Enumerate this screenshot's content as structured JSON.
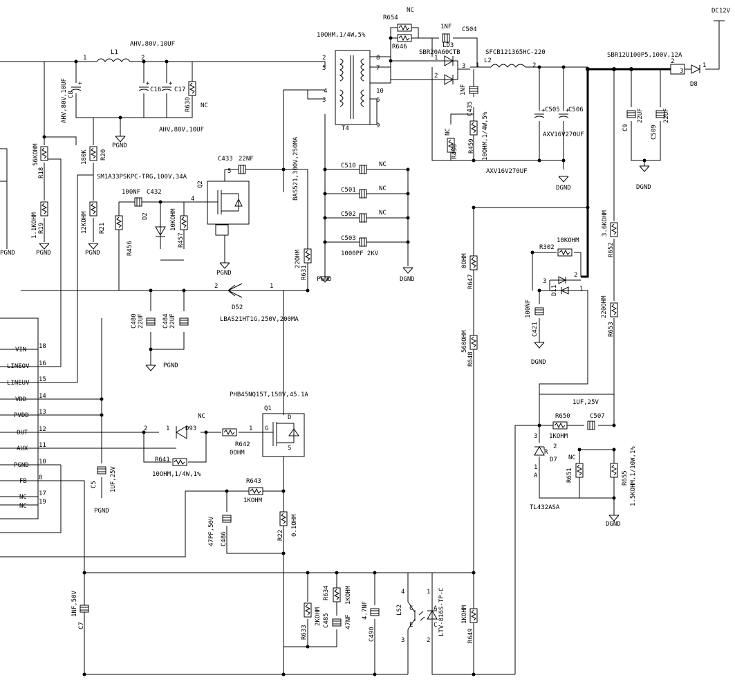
{
  "labels": {
    "dc12v": "DC12V",
    "ahv_inductor": "AHV,80V,10UF",
    "l1": "L1",
    "pin1": "1",
    "pin2": "2",
    "pin3": "3",
    "pin4": "4",
    "pin5": "5",
    "pin6": "6",
    "pin7": "7",
    "pin8": "8",
    "pin9": "9",
    "pin10": "10",
    "c8": "C8",
    "c8_val": "AHV,80V,10UF",
    "c16": "C16",
    "c17": "C17",
    "r630": "R630",
    "nc": "NC",
    "ahv_bottom": "AHV,80V,10UF",
    "pgnd": "PGND",
    "dgnd": "DGND",
    "r18": "R18",
    "r18_val": "56KOHM",
    "r19": "R19",
    "r19_val": "1.1KOHM",
    "r20": "R20",
    "r20_val": "180K",
    "r21": "R21",
    "r21_val": "12KOHM",
    "q2_label": "SM1A33PSKPC-TRG,100V,34A",
    "q2": "Q2",
    "c433": "C433",
    "c433_val": "22NF",
    "c432_val": "100NF",
    "c432": "C432",
    "d2": "D2",
    "r456": "R456",
    "r457": "R457",
    "r457_val": "10KOHM",
    "r631": "R631",
    "r631_val": "22OHM",
    "bas521": "BAS521,300V,250MA",
    "d52": "D52",
    "lbas": "LBAS21HT1G,250V,200MA",
    "c480": "C480",
    "c480_val": "22UF",
    "c484": "C484",
    "c484_val": "22UF",
    "t4_res": "10OHM,1/4W,5%",
    "t4": "T4",
    "r654": "R654",
    "r646": "R646",
    "ld3": "LD3",
    "ld3_val": "1NF",
    "c504": "C504",
    "sbr20": "SBR20A60CTB",
    "sfcb": "SFCB121365HC-220",
    "l2": "L2",
    "c435": "C435",
    "c435_val": "1NF",
    "r458": "R458",
    "r459": "R459",
    "r459_val": "10OHM,1/4W,5%",
    "c505": "C505",
    "c506": "C506",
    "axv1": "AXV16V270UF",
    "axv2": "AXV16V270UF",
    "sbr12": "SBR12U100P5,100V,12A",
    "d8": "D8",
    "c9": "C9",
    "c9_val": "22UF",
    "c509": "C509",
    "c509_val": "22UF",
    "c510": "C510",
    "c501": "C501",
    "c502": "C502",
    "c503": "C503",
    "c503_val": "1000PF 2KV",
    "r652": "R652",
    "r652_val": "3.6KOHM",
    "r302": "R302",
    "r302_val": "10KOHM",
    "d11": "D11",
    "c421": "C421",
    "c421_val": "100NF",
    "r653": "R653",
    "r653_val": "220OHM",
    "r647": "R647",
    "r647_val": "0OHM",
    "r648": "R648",
    "r648_val": "560OHM",
    "r650": "R650",
    "r650_val": "1KOHM",
    "c507": "C507",
    "c507_val": "1UF,25V",
    "d7": "D7",
    "tl432": "TL432ASA",
    "r651": "R651",
    "r655": "R655",
    "r655_val": "1.5KOHM,1/10W,1%",
    "ic_vin": "VIN",
    "ic_lineov": "LINEOV",
    "ic_lineuv": "LINEUV",
    "ic_vdd": "VDD",
    "ic_pvdd": "PVDD",
    "ic_out": "OUT",
    "ic_aux": "AUX",
    "ic_pgnd": "PGND",
    "ic_fb": "FB",
    "ic_nc1": "NC",
    "ic_nc2": "NC",
    "ic_p18": "18",
    "ic_p16": "16",
    "ic_p15": "15",
    "ic_p14": "14",
    "ic_p13": "13",
    "ic_p12": "12",
    "ic_p11": "11",
    "ic_p10": "10",
    "ic_p8": "8",
    "ic_p17": "17",
    "ic_p19": "19",
    "c5": "C5",
    "c5_val": "1UF,25V",
    "q1_label": "PHB45NQ15T,150V,45.1A",
    "q1": "Q1",
    "d93": "D93",
    "r642": "R642",
    "r642_val": "0OHM",
    "r641": "R641",
    "r641_val": "10OHM,1/4W,1%",
    "r643": "R643",
    "r643_val": "1KOHM",
    "c486": "C486",
    "c486_val": "47PF,50V",
    "r22": "R22",
    "r22_val": "0.1OHM",
    "c7": "C7",
    "c7_val": "1NF,50V",
    "r633": "R633",
    "r633_val": "2KOHM",
    "r634": "R634",
    "r634_val": "1KOHM",
    "c485": "C485",
    "c485_val": "47NF",
    "c490": "C490",
    "c490_val": "4.7NF",
    "ls2": "LS2",
    "ltv": "LTV-816S-TP-C",
    "r649": "R649",
    "r649_val": "1KOHM",
    "g": "G",
    "d": "D",
    "s": "S",
    "a": "A",
    "c": "C",
    "e": "E",
    "r": "R"
  }
}
